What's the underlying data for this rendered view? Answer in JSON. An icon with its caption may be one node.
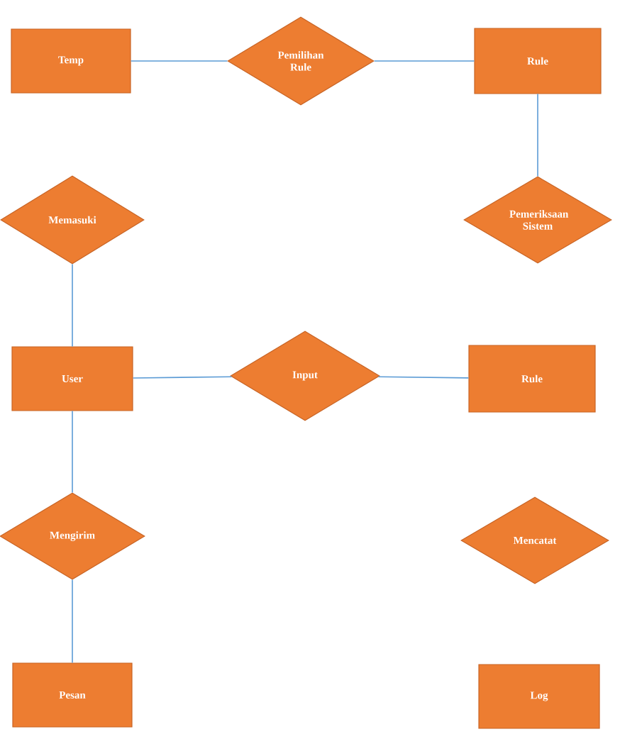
{
  "diagram": {
    "nodes": [
      {
        "text": [
          "Temp"
        ]
      },
      {
        "text": [
          "Pemilihan Rule"
        ]
      },
      {
        "text": [
          "Rule"
        ]
      },
      {
        "text": [
          "Memasuki"
        ]
      },
      {
        "text": [
          "Pemeriksaan Sistem"
        ]
      },
      {
        "text": [
          "User"
        ]
      },
      {
        "text": [
          "Input"
        ]
      },
      {
        "text": [
          "Rule"
        ]
      },
      {
        "text": [
          "Mengirim"
        ]
      },
      {
        "text": [
          "Mencatat"
        ]
      },
      {
        "text": [
          "Pesan"
        ]
      },
      {
        "text": [
          "Log"
        ]
      }
    ],
    "edges": [
      {
        "from": 0,
        "to": 1,
        "arrow": "none"
      },
      {
        "from": 1,
        "to": 2,
        "arrow": "none"
      },
      {
        "from": 2,
        "to": 4,
        "arrow": "none"
      },
      {
        "from": 3,
        "to": 5,
        "arrow": "none"
      },
      {
        "from": 5,
        "to": 6,
        "arrow": "none"
      },
      {
        "from": 6,
        "to": 7,
        "arrow": "none"
      },
      {
        "from": 5,
        "to": 8,
        "arrow": "none"
      },
      {
        "from": 8,
        "to": 10,
        "arrow": "none"
      }
    ]
  }
}
